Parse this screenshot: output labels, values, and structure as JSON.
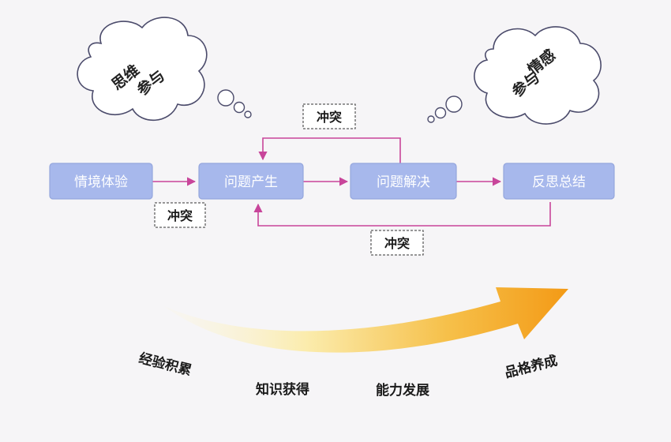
{
  "clouds": {
    "left": {
      "line1": "思维",
      "line2": "参与"
    },
    "right": {
      "line1": "情感",
      "line2": "参与"
    }
  },
  "nodes": [
    "情境体验",
    "问题产生",
    "问题解决",
    "反思总结"
  ],
  "conflict_labels": {
    "top": "冲突",
    "bottom_left": "冲突",
    "bottom_right": "冲突"
  },
  "stages": [
    "经验积累",
    "知识获得",
    "能力发展",
    "品格养成"
  ],
  "colors": {
    "node_fill": "#a7b8ec",
    "node_stroke": "#94a6dd",
    "arrow": "#c8459a",
    "band_start": "#fbf3c8",
    "band_end": "#f39a16"
  }
}
